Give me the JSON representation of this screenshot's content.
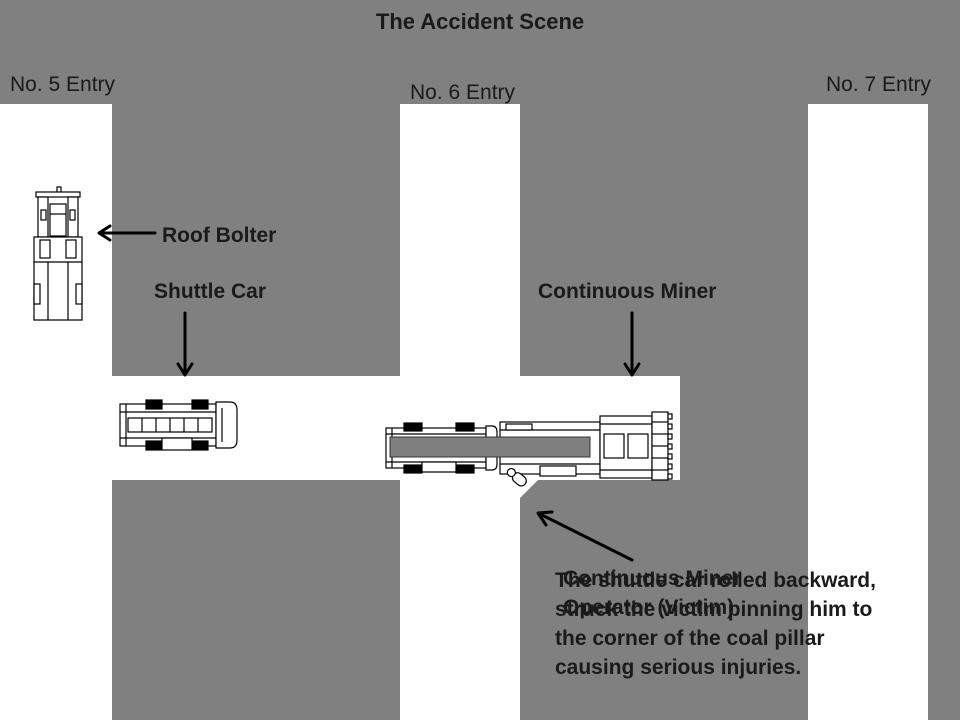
{
  "title": "The Accident Scene",
  "entries": [
    {
      "label": "No. 5 Entry"
    },
    {
      "label": "No. 6 Entry"
    },
    {
      "label": "No. 7 Entry"
    }
  ],
  "equipment": {
    "roof_bolter": "Roof Bolter",
    "shuttle_car": "Shuttle Car",
    "continuous_miner": "Continuous Miner"
  },
  "victim_callout": {
    "lines": [
      "Continuous Miner",
      "Operator (Victim)"
    ]
  },
  "accident_note": {
    "lines": [
      "The shuttle car rolled backward,",
      "struck the victim pinning him to",
      "the corner of the coal pillar",
      "causing serious injuries."
    ]
  },
  "colors": {
    "coal": "#808080",
    "open": "#ffffff",
    "stroke": "#000000",
    "boom": "#7f7f7f",
    "text": "#1a1a1a"
  }
}
